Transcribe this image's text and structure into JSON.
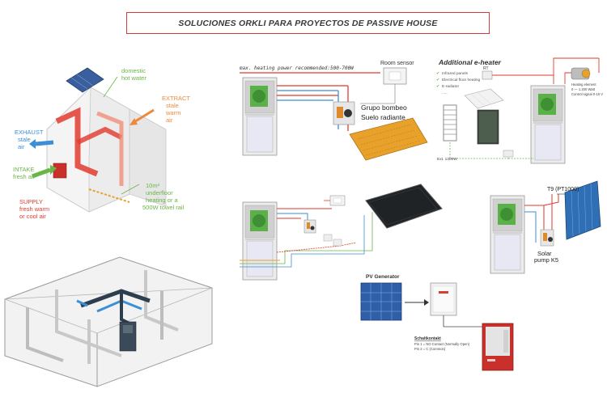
{
  "title": "SOLUCIONES ORKLI PARA PROYECTOS DE PASSIVE HOUSE",
  "house": {
    "domestic_hot_water": [
      "domestic",
      "hot water"
    ],
    "extract": [
      "EXTRACT",
      "stale",
      "warm",
      "air"
    ],
    "exhaust": [
      "EXHAUST",
      "stale",
      "air"
    ],
    "intake": [
      "INTAKE",
      "fresh air"
    ],
    "supply": [
      "SUPPLY",
      "fresh warm",
      "or cool air"
    ],
    "underfloor": [
      "10m²",
      "underfloor",
      "heating or a",
      "500W towel rail"
    ]
  },
  "heating_panel": {
    "header": "max. heating power recommended:500-700W",
    "room_sensor": "Room sensor",
    "group_line1": "Grupo bombeo",
    "group_line2": "Suelo radiante"
  },
  "eheater_panel": {
    "title": "Additional e-heater",
    "options": [
      "Infrared panels",
      "Electrical floor heating",
      "E-radiator",
      "....."
    ],
    "rt": "RT",
    "heating_element": [
      "Heating element",
      "0 — 1.200 Watt",
      "Control signal 0-10 V"
    ],
    "ext_label": "Ext. 1300W"
  },
  "solar_panel": {
    "t9": "T9 (PT1000)",
    "solar_pump": [
      "Solar",
      "pump K5"
    ]
  },
  "pv_panel": {
    "title": "PV Generator",
    "schalt_title": "Schaltkontakt",
    "schalt_lines": [
      "Pin 1 = NO Contact (Normally Open)",
      "Pin 2 = C (Common)"
    ]
  },
  "colors": {
    "red": "#e23a2e",
    "blue": "#3a8fd6",
    "green": "#6ab547",
    "orange": "#f0883a",
    "unit_grey": "#d9d9d9"
  }
}
